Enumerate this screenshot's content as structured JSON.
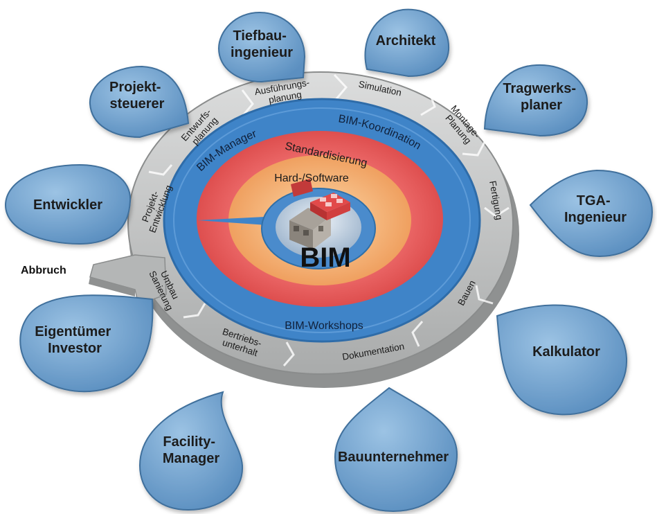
{
  "center_label": "BIM",
  "abort_label": "Abbruch",
  "rings": {
    "hardware": "Hard-/Software",
    "standardization": "Standardisierung",
    "manager": "BIM-Manager",
    "coordination": "BIM-Koordination",
    "workshops": "BIM-Workshops"
  },
  "phases": {
    "projektentwicklung": [
      "Projekt-",
      "Entwicklung"
    ],
    "entwurfsplanung": [
      "Entwurfs-",
      "planung"
    ],
    "ausfuehrungsplanung": [
      "Ausführungs-",
      "planung"
    ],
    "simulation": [
      "Simulation"
    ],
    "montageplanung": [
      "Montage-",
      "Planung"
    ],
    "fertigung": [
      "Fertigung"
    ],
    "bauen": [
      "Bauen"
    ],
    "dokumentation": [
      "Dokumentation"
    ],
    "betriebsunterhalt": [
      "Bertriebs-",
      "unterhalt"
    ],
    "umbau_sanierung": [
      "Umbau",
      "Sanierung"
    ]
  },
  "stakeholders": {
    "tiefbau": [
      "Tiefbau-",
      "ingenieur"
    ],
    "architekt": [
      "Architekt"
    ],
    "tragwerk": [
      "Tragwerks-",
      "planer"
    ],
    "tga": [
      "TGA-",
      "Ingenieur"
    ],
    "kalkulator": [
      "Kalkulator"
    ],
    "bauunternehmer": [
      "Bauunternehmer"
    ],
    "facility": [
      "Facility-",
      "Manager"
    ],
    "eigentuemer": [
      "Eigentümer",
      "Investor"
    ],
    "entwickler": [
      "Entwickler"
    ],
    "projektsteuerer": [
      "Projekt-",
      "steuerer"
    ]
  },
  "colors": {
    "bubble": "#6d9fcb",
    "bubble_edge": "#3f6f9c",
    "gray_ring": "#c6c7c7",
    "blue_ring": "#3f84c8",
    "red_ring": "#e95b5b",
    "orange_ring": "#f3a86a"
  }
}
